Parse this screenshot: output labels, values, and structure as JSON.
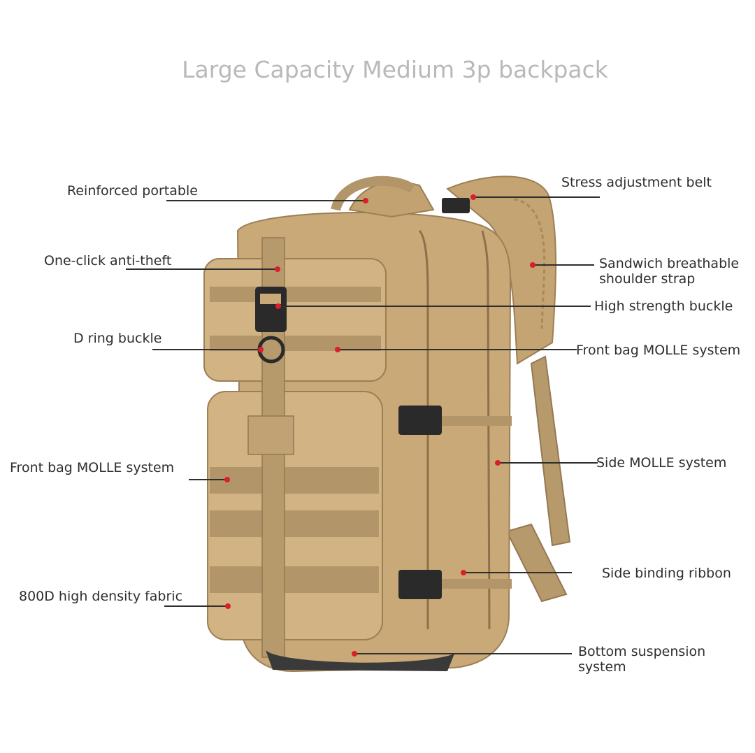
{
  "title": "Large Capacity Medium 3p backpack",
  "labels": {
    "reinforced_portable": "Reinforced portable",
    "one_click_anti_theft": "One-click anti-theft",
    "d_ring_buckle": "D ring buckle",
    "front_bag_molle_left": "Front bag MOLLE system",
    "fabric_800d": "800D high density fabric",
    "stress_adjustment_belt": "Stress adjustment belt",
    "sandwich_strap_line1": "Sandwich breathable",
    "sandwich_strap_line2": "shoulder strap",
    "high_strength_buckle": "High strength buckle",
    "front_bag_molle_right": "Front bag MOLLE system",
    "side_molle": "Side MOLLE system",
    "side_binding_ribbon": "Side binding ribbon",
    "bottom_suspension_line1": "Bottom suspension",
    "bottom_suspension_line2": "system"
  },
  "colors": {
    "fabric": "#c9a978",
    "fabric_dark": "#a8895c",
    "fabric_light": "#d9bd8e",
    "webbing": "#b3956a",
    "buckle": "#2a2a2a",
    "leader_line": "#2e2e2e",
    "marker": "#d8202a"
  }
}
